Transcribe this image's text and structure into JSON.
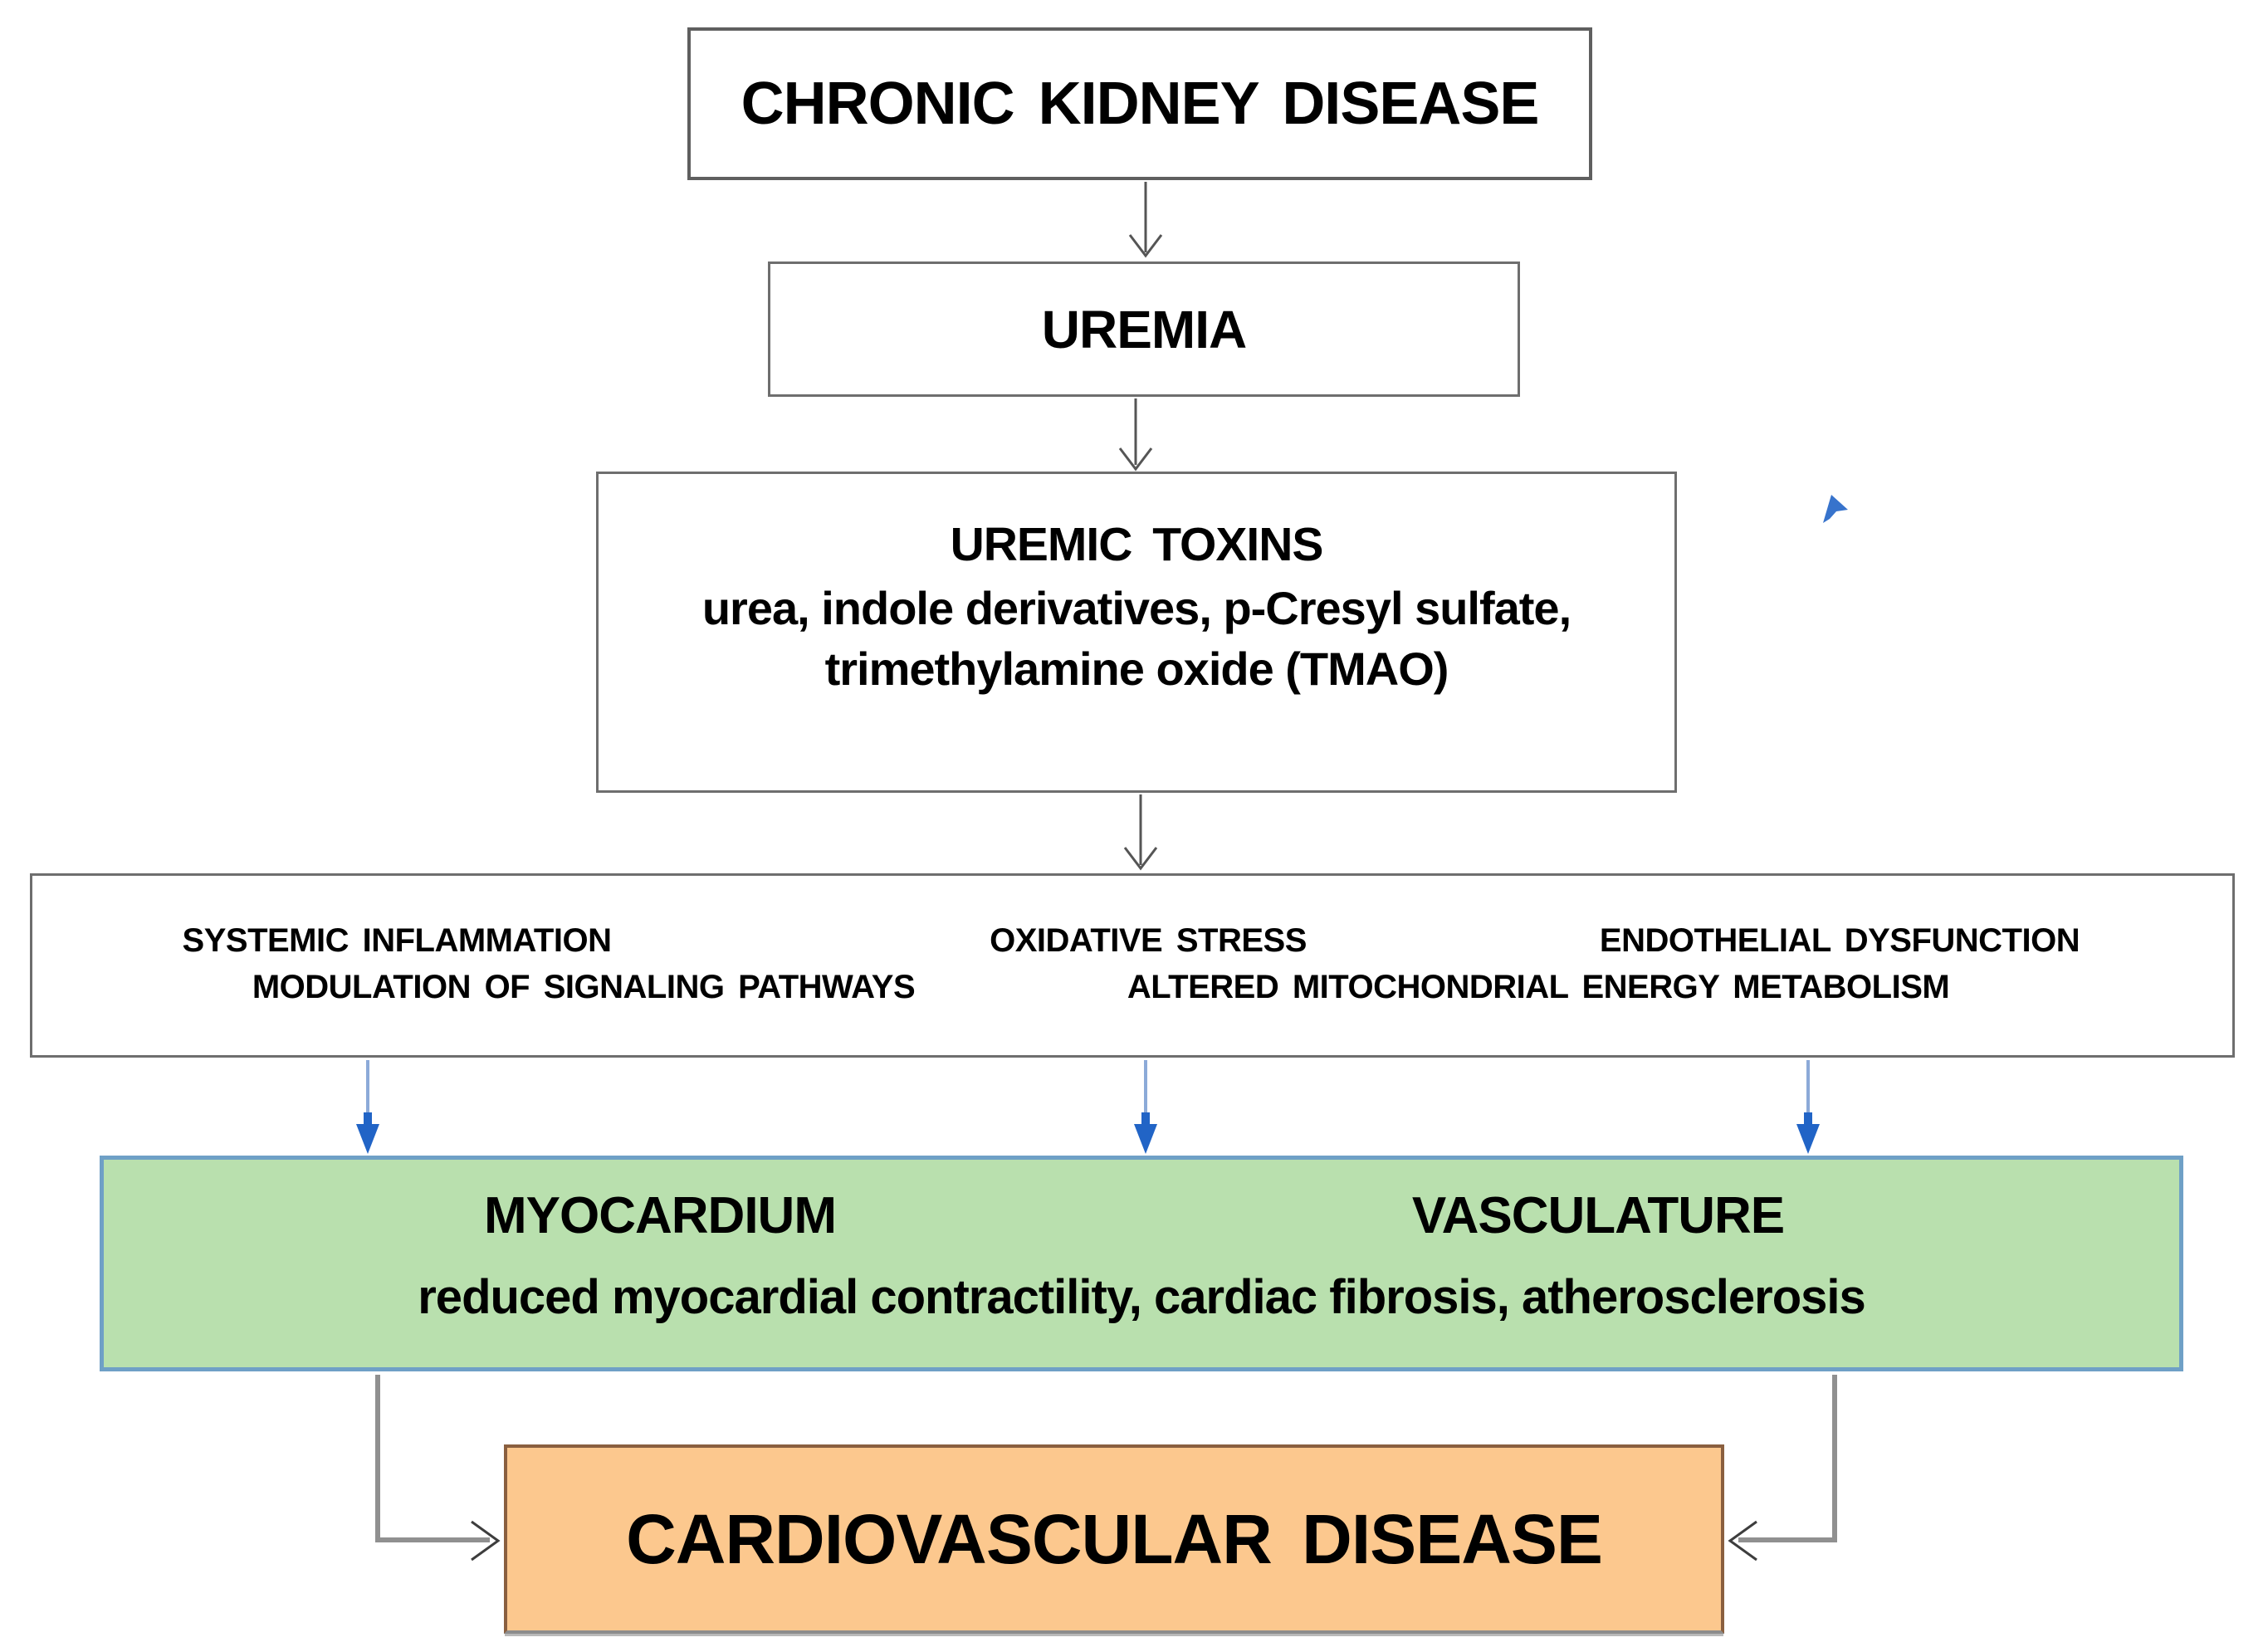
{
  "figure": {
    "title_hint": "flow diagram linking chronic kidney disease to cardiovascular disease",
    "nodes": {
      "ckd": {
        "label": "CHRONIC KIDNEY DISEASE"
      },
      "uremia": {
        "label": "UREMIA"
      },
      "uremic_toxins": {
        "title": "UREMIC TOXINS",
        "lines": [
          "urea, indole derivatives, p-Cresyl sulfate,",
          "trimethylamine oxide (TMAO)"
        ]
      },
      "mechanisms": {
        "row1": [
          "SYSTEMIC INFLAMMATION",
          "OXIDATIVE STRESS",
          "ENDOTHELIAL DYSFUNCTION"
        ],
        "row2": [
          "MODULATION OF SIGNALING PATHWAYS",
          "ALTERED MITOCHONDRIAL ENERGY METABOLISM"
        ]
      },
      "targets": {
        "col1": "MYOCARDIUM",
        "col2": "VASCULATURE",
        "subtitle": "reduced myocardial contractility, cardiac fibrosis, atherosclerosis"
      },
      "outcome": {
        "label": "CARDIOVASCULAR DISEASE"
      }
    },
    "colors": {
      "target_fill": "#b9e0ae",
      "target_border": "#6fa0c6",
      "outcome_fill": "#fcc88e",
      "outcome_border": "#8a5f3f",
      "box_border": "#6e6e6e",
      "arrow_gray": "#555555",
      "bent_arrow_gray": "#909090",
      "arrow_blue_line": "#8caad8",
      "arrow_blue_head": "#2164c6"
    }
  }
}
